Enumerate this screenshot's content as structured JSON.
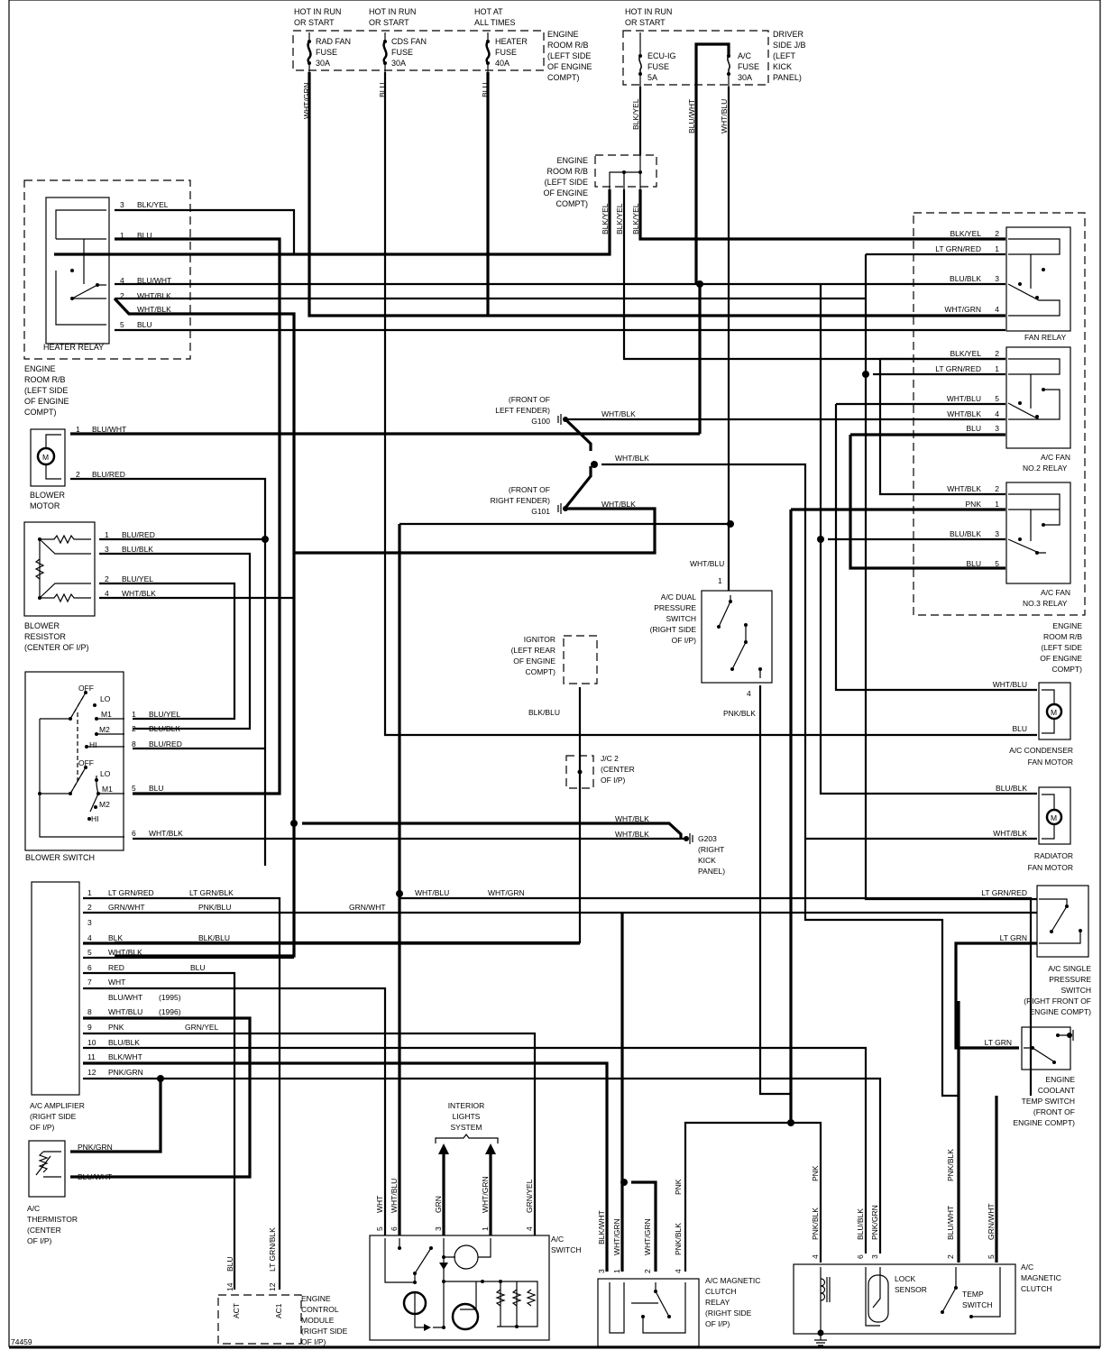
{
  "diagram": {
    "figure_id": "74459",
    "power_sources": [
      {
        "label1": "HOT IN RUN",
        "label2": "OR START"
      },
      {
        "label1": "HOT IN RUN",
        "label2": "OR START"
      },
      {
        "label1": "HOT AT",
        "label2": "ALL TIMES"
      },
      {
        "label1": "HOT IN RUN",
        "label2": "OR START"
      }
    ],
    "fuses": [
      {
        "name1": "RAD FAN",
        "name2": "FUSE",
        "rating": "30A"
      },
      {
        "name1": "CDS FAN",
        "name2": "FUSE",
        "rating": "30A"
      },
      {
        "name1": "HEATER",
        "name2": "FUSE",
        "rating": "40A"
      },
      {
        "name1": "ECU-IG",
        "name2": "FUSE",
        "rating": "5A"
      },
      {
        "name1": "A/C",
        "name2": "FUSE",
        "rating": "30A"
      }
    ],
    "engine_room_rb_top": [
      "ENGINE",
      "ROOM R/B",
      "(LEFT SIDE",
      "OF ENGINE",
      "COMPT)"
    ],
    "driver_side_jb": [
      "DRIVER",
      "SIDE J/B",
      "(LEFT",
      "KICK",
      "PANEL)"
    ],
    "engine_room_rb_mid": [
      "ENGINE",
      "ROOM R/B",
      "(LEFT SIDE",
      "OF ENGINE",
      "COMPT)"
    ],
    "engine_room_rb_left": [
      "ENGINE",
      "ROOM R/B",
      "(LEFT SIDE",
      "OF ENGINE",
      "COMPT)"
    ],
    "engine_room_rb_right": [
      "ENGINE",
      "ROOM R/B",
      "(LEFT SIDE",
      "OF ENGINE",
      "COMPT)"
    ],
    "top_wires": [
      "WHT/GRN",
      "BLU",
      "BLU",
      "BLK/YEL",
      "BLU/WHT",
      "WHT/BLU"
    ],
    "mid_rb_wires": [
      "BLK/YEL",
      "BLK/YEL",
      "BLK/YEL"
    ],
    "heater_relay": {
      "title": "HEATER RELAY",
      "pins": [
        {
          "pin": "3",
          "wire": "BLK/YEL"
        },
        {
          "pin": "1",
          "wire": "BLU"
        },
        {
          "pin": "4",
          "wire": "BLU/WHT"
        },
        {
          "pin": "2",
          "wire": "WHT/BLK"
        },
        {
          "pin": "",
          "wire": "WHT/BLK"
        },
        {
          "pin": "5",
          "wire": "BLU"
        }
      ]
    },
    "fan_relay": {
      "title": "FAN RELAY",
      "pins": [
        {
          "pin": "2",
          "wire": "BLK/YEL"
        },
        {
          "pin": "1",
          "wire": "LT GRN/RED"
        },
        {
          "pin": "3",
          "wire": "BLU/BLK"
        },
        {
          "pin": "4",
          "wire": "WHT/GRN"
        }
      ]
    },
    "ac_fan_no2_relay": {
      "title1": "A/C FAN",
      "title2": "NO.2 RELAY",
      "pins": [
        {
          "pin": "2",
          "wire": "BLK/YEL"
        },
        {
          "pin": "1",
          "wire": "LT GRN/RED"
        },
        {
          "pin": "5",
          "wire": "WHT/BLU"
        },
        {
          "pin": "4",
          "wire": "WHT/BLK"
        },
        {
          "pin": "3",
          "wire": "BLU"
        }
      ]
    },
    "ac_fan_no3_relay": {
      "title1": "A/C FAN",
      "title2": "NO.3 RELAY",
      "pins": [
        {
          "pin": "2",
          "wire": "WHT/BLK"
        },
        {
          "pin": "1",
          "wire": "PNK"
        },
        {
          "pin": "3",
          "wire": "BLU/BLK"
        },
        {
          "pin": "5",
          "wire": "BLU"
        }
      ]
    },
    "blower_motor": {
      "title1": "BLOWER",
      "title2": "MOTOR",
      "symbol": "M",
      "pins": [
        {
          "pin": "1",
          "wire": "BLU/WHT"
        },
        {
          "pin": "2",
          "wire": "BLU/RED"
        }
      ]
    },
    "blower_resistor": {
      "title": [
        "BLOWER",
        "RESISTOR",
        "(CENTER OF I/P)"
      ],
      "pins": [
        {
          "pin": "1",
          "wire": "BLU/RED"
        },
        {
          "pin": "3",
          "wire": "BLU/BLK"
        },
        {
          "pin": "2",
          "wire": "BLU/YEL"
        },
        {
          "pin": "4",
          "wire": "WHT/BLK"
        }
      ]
    },
    "blower_switch": {
      "title": "BLOWER SWITCH",
      "positions_upper": [
        "OFF",
        "LO",
        "M1",
        "M2",
        "HI"
      ],
      "positions_lower": [
        "OFF",
        "LO",
        "M1",
        "M2",
        "HI"
      ],
      "pins": [
        {
          "pin": "1",
          "wire": "BLU/YEL"
        },
        {
          "pin": "2",
          "wire": "BLU/BLK"
        },
        {
          "pin": "8",
          "wire": "BLU/RED"
        },
        {
          "pin": "5",
          "wire": "BLU"
        },
        {
          "pin": "6",
          "wire": "WHT/BLK"
        }
      ]
    },
    "grounds": [
      {
        "id": "G100",
        "loc1": "(FRONT OF",
        "loc2": "LEFT FENDER)",
        "wire": "WHT/BLK"
      },
      {
        "id": "G101",
        "loc1": "(FRONT OF",
        "loc2": "RIGHT FENDER)",
        "wire": "WHT/BLK"
      },
      {
        "id": "G203",
        "loc": [
          "(RIGHT",
          "KICK",
          "PANEL)"
        ]
      }
    ],
    "splice_wires": {
      "g_mid": "WHT/BLK",
      "g203_a": "WHT/BLK",
      "g203_b": "WHT/BLK",
      "dual_top": "WHT/BLU"
    },
    "dual_pressure_switch": {
      "title": [
        "A/C DUAL",
        "PRESSURE",
        "SWITCH",
        "(RIGHT SIDE",
        "OF I/P)"
      ],
      "pin_top": "1",
      "pin_bottom": "4",
      "wire_bottom": "PNK/BLK"
    },
    "ignitor": {
      "title": [
        "IGNITOR",
        "(LEFT REAR",
        "OF ENGINE",
        "COMPT)"
      ],
      "wire": "BLK/BLU"
    },
    "jc2": {
      "title": [
        "J/C 2",
        "(CENTER",
        "OF I/P)"
      ]
    },
    "ac_condenser_fan_motor": {
      "title1": "A/C CONDENSER",
      "title2": "FAN MOTOR",
      "symbol": "M",
      "wires": [
        "WHT/BLU",
        "BLU"
      ]
    },
    "radiator_fan_motor": {
      "title1": "RADIATOR",
      "title2": "FAN MOTOR",
      "symbol": "M",
      "wires": [
        "BLU/BLK",
        "WHT/BLK"
      ]
    },
    "ac_single_pressure_switch": {
      "title": [
        "A/C SINGLE",
        "PRESSURE",
        "SWITCH",
        "(RIGHT FRONT OF",
        "ENGINE COMPT)"
      ],
      "wires": [
        "LT GRN/RED",
        "LT GRN"
      ]
    },
    "engine_coolant_temp_switch": {
      "title": [
        "ENGINE",
        "COOLANT",
        "TEMP SWITCH",
        "(FRONT OF",
        "ENGINE COMPT)"
      ],
      "wire": "LT GRN"
    },
    "ac_amplifier": {
      "title": [
        "A/C AMPLIFIER",
        "(RIGHT SIDE",
        "OF I/P)"
      ],
      "pins": [
        {
          "pin": "1",
          "wire": "LT GRN/RED",
          "mate": "LT GRN/BLK"
        },
        {
          "pin": "2",
          "wire": "GRN/WHT",
          "mate": "PNK/BLU"
        },
        {
          "pin": "3",
          "wire": "",
          "mate": ""
        },
        {
          "pin": "4",
          "wire": "BLK",
          "mate": "BLK/BLU"
        },
        {
          "pin": "5",
          "wire": "WHT/BLK",
          "mate": ""
        },
        {
          "pin": "6",
          "wire": "RED",
          "mate": "BLU"
        },
        {
          "pin": "7",
          "wire": "WHT",
          "mate": ""
        },
        {
          "pin": "",
          "wire": "BLU/WHT",
          "note": "(1995)"
        },
        {
          "pin": "8",
          "wire": "WHT/BLU",
          "note": "(1996)"
        },
        {
          "pin": "9",
          "wire": "PNK",
          "mate": "GRN/YEL"
        },
        {
          "pin": "10",
          "wire": "BLU/BLK",
          "mate": ""
        },
        {
          "pin": "11",
          "wire": "BLK/WHT",
          "mate": ""
        },
        {
          "pin": "12",
          "wire": "PNK/GRN",
          "mate": ""
        }
      ],
      "inline_labels": {
        "grn_wht": "GRN/WHT",
        "wht_blu": "WHT/BLU",
        "wht_grn": "WHT/GRN"
      }
    },
    "ac_thermistor": {
      "title": [
        "A/C",
        "THERMISTOR",
        "(CENTER",
        "OF I/P)"
      ],
      "wires": [
        "PNK/GRN",
        "BLU/WHT"
      ]
    },
    "ecm": {
      "title": [
        "ENGINE",
        "CONTROL",
        "MODULE",
        "(RIGHT SIDE",
        "OF I/P)"
      ],
      "pins": [
        {
          "pin": "14",
          "wire": "BLU",
          "term": "ACT"
        },
        {
          "pin": "12",
          "wire": "LT GRN/BLK",
          "term": "AC1"
        }
      ]
    },
    "interior_lights": [
      "INTERIOR",
      "LIGHTS",
      "SYSTEM"
    ],
    "ac_switch": {
      "title": [
        "A/C",
        "SWITCH"
      ],
      "pins": [
        {
          "pin": "5",
          "wire": "WHT"
        },
        {
          "pin": "6",
          "wire": "WHT/BLU"
        },
        {
          "pin": "3",
          "wire": "GRN"
        },
        {
          "pin": "1",
          "wire": "WHT/GRN"
        },
        {
          "pin": "4",
          "wire": "GRN/YEL"
        }
      ]
    },
    "ac_clutch_relay": {
      "title": [
        "A/C MAGNETIC",
        "CLUTCH",
        "RELAY",
        "(RIGHT SIDE",
        "OF I/P)"
      ],
      "pins": [
        {
          "pin": "3",
          "wire": "BLK/WHT"
        },
        {
          "pin": "1",
          "wire": "WHT/GRN"
        },
        {
          "pin": "2",
          "wire": "WHT/GRN"
        },
        {
          "pin": "4",
          "wire": "PNK/BLK",
          "upper": "PNK"
        }
      ]
    },
    "ac_magnetic_clutch": {
      "title": [
        "A/C",
        "MAGNETIC",
        "CLUTCH"
      ],
      "lock_sensor": [
        "LOCK",
        "SENSOR"
      ],
      "temp_switch": [
        "TEMP",
        "SWITCH"
      ],
      "pins": [
        {
          "pin": "4",
          "wire": "PNK/BLK",
          "upper": "PNK"
        },
        {
          "pin": "6",
          "wire": "BLU/BLK"
        },
        {
          "pin": "3",
          "wire": "PNK/GRN"
        },
        {
          "pin": "2",
          "wire": "BLU/WHT",
          "upper": "PNK/BLK"
        },
        {
          "pin": "5",
          "wire": "GRN/WHT"
        }
      ]
    }
  }
}
